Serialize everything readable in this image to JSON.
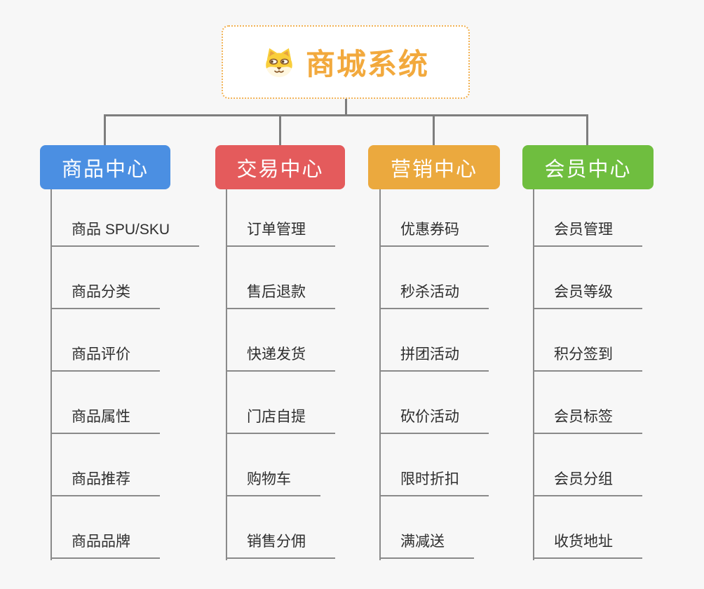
{
  "root": {
    "title": "商城系统",
    "title_color": "#F2A93D",
    "border_color": "#F2B254",
    "icon": "dog-face-icon"
  },
  "branches": [
    {
      "label": "商品中心",
      "color": "#4B8FE2",
      "items": [
        "商品 SPU/SKU",
        "商品分类",
        "商品评价",
        "商品属性",
        "商品推荐",
        "商品品牌"
      ]
    },
    {
      "label": "交易中心",
      "color": "#E45B5C",
      "items": [
        "订单管理",
        "售后退款",
        "快递发货",
        "门店自提",
        "购物车",
        "销售分佣"
      ]
    },
    {
      "label": "营销中心",
      "color": "#EBA93E",
      "items": [
        "优惠券码",
        "秒杀活动",
        "拼团活动",
        "砍价活动",
        "限时折扣",
        "满减送"
      ]
    },
    {
      "label": "会员中心",
      "color": "#6FBE3F",
      "items": [
        "会员管理",
        "会员等级",
        "积分签到",
        "会员标签",
        "会员分组",
        "收货地址"
      ]
    }
  ],
  "colors": {
    "background": "#F7F7F7",
    "connector": "#7E7E7E",
    "item_text": "#2E2E2E",
    "item_line": "#8A8A8A"
  }
}
